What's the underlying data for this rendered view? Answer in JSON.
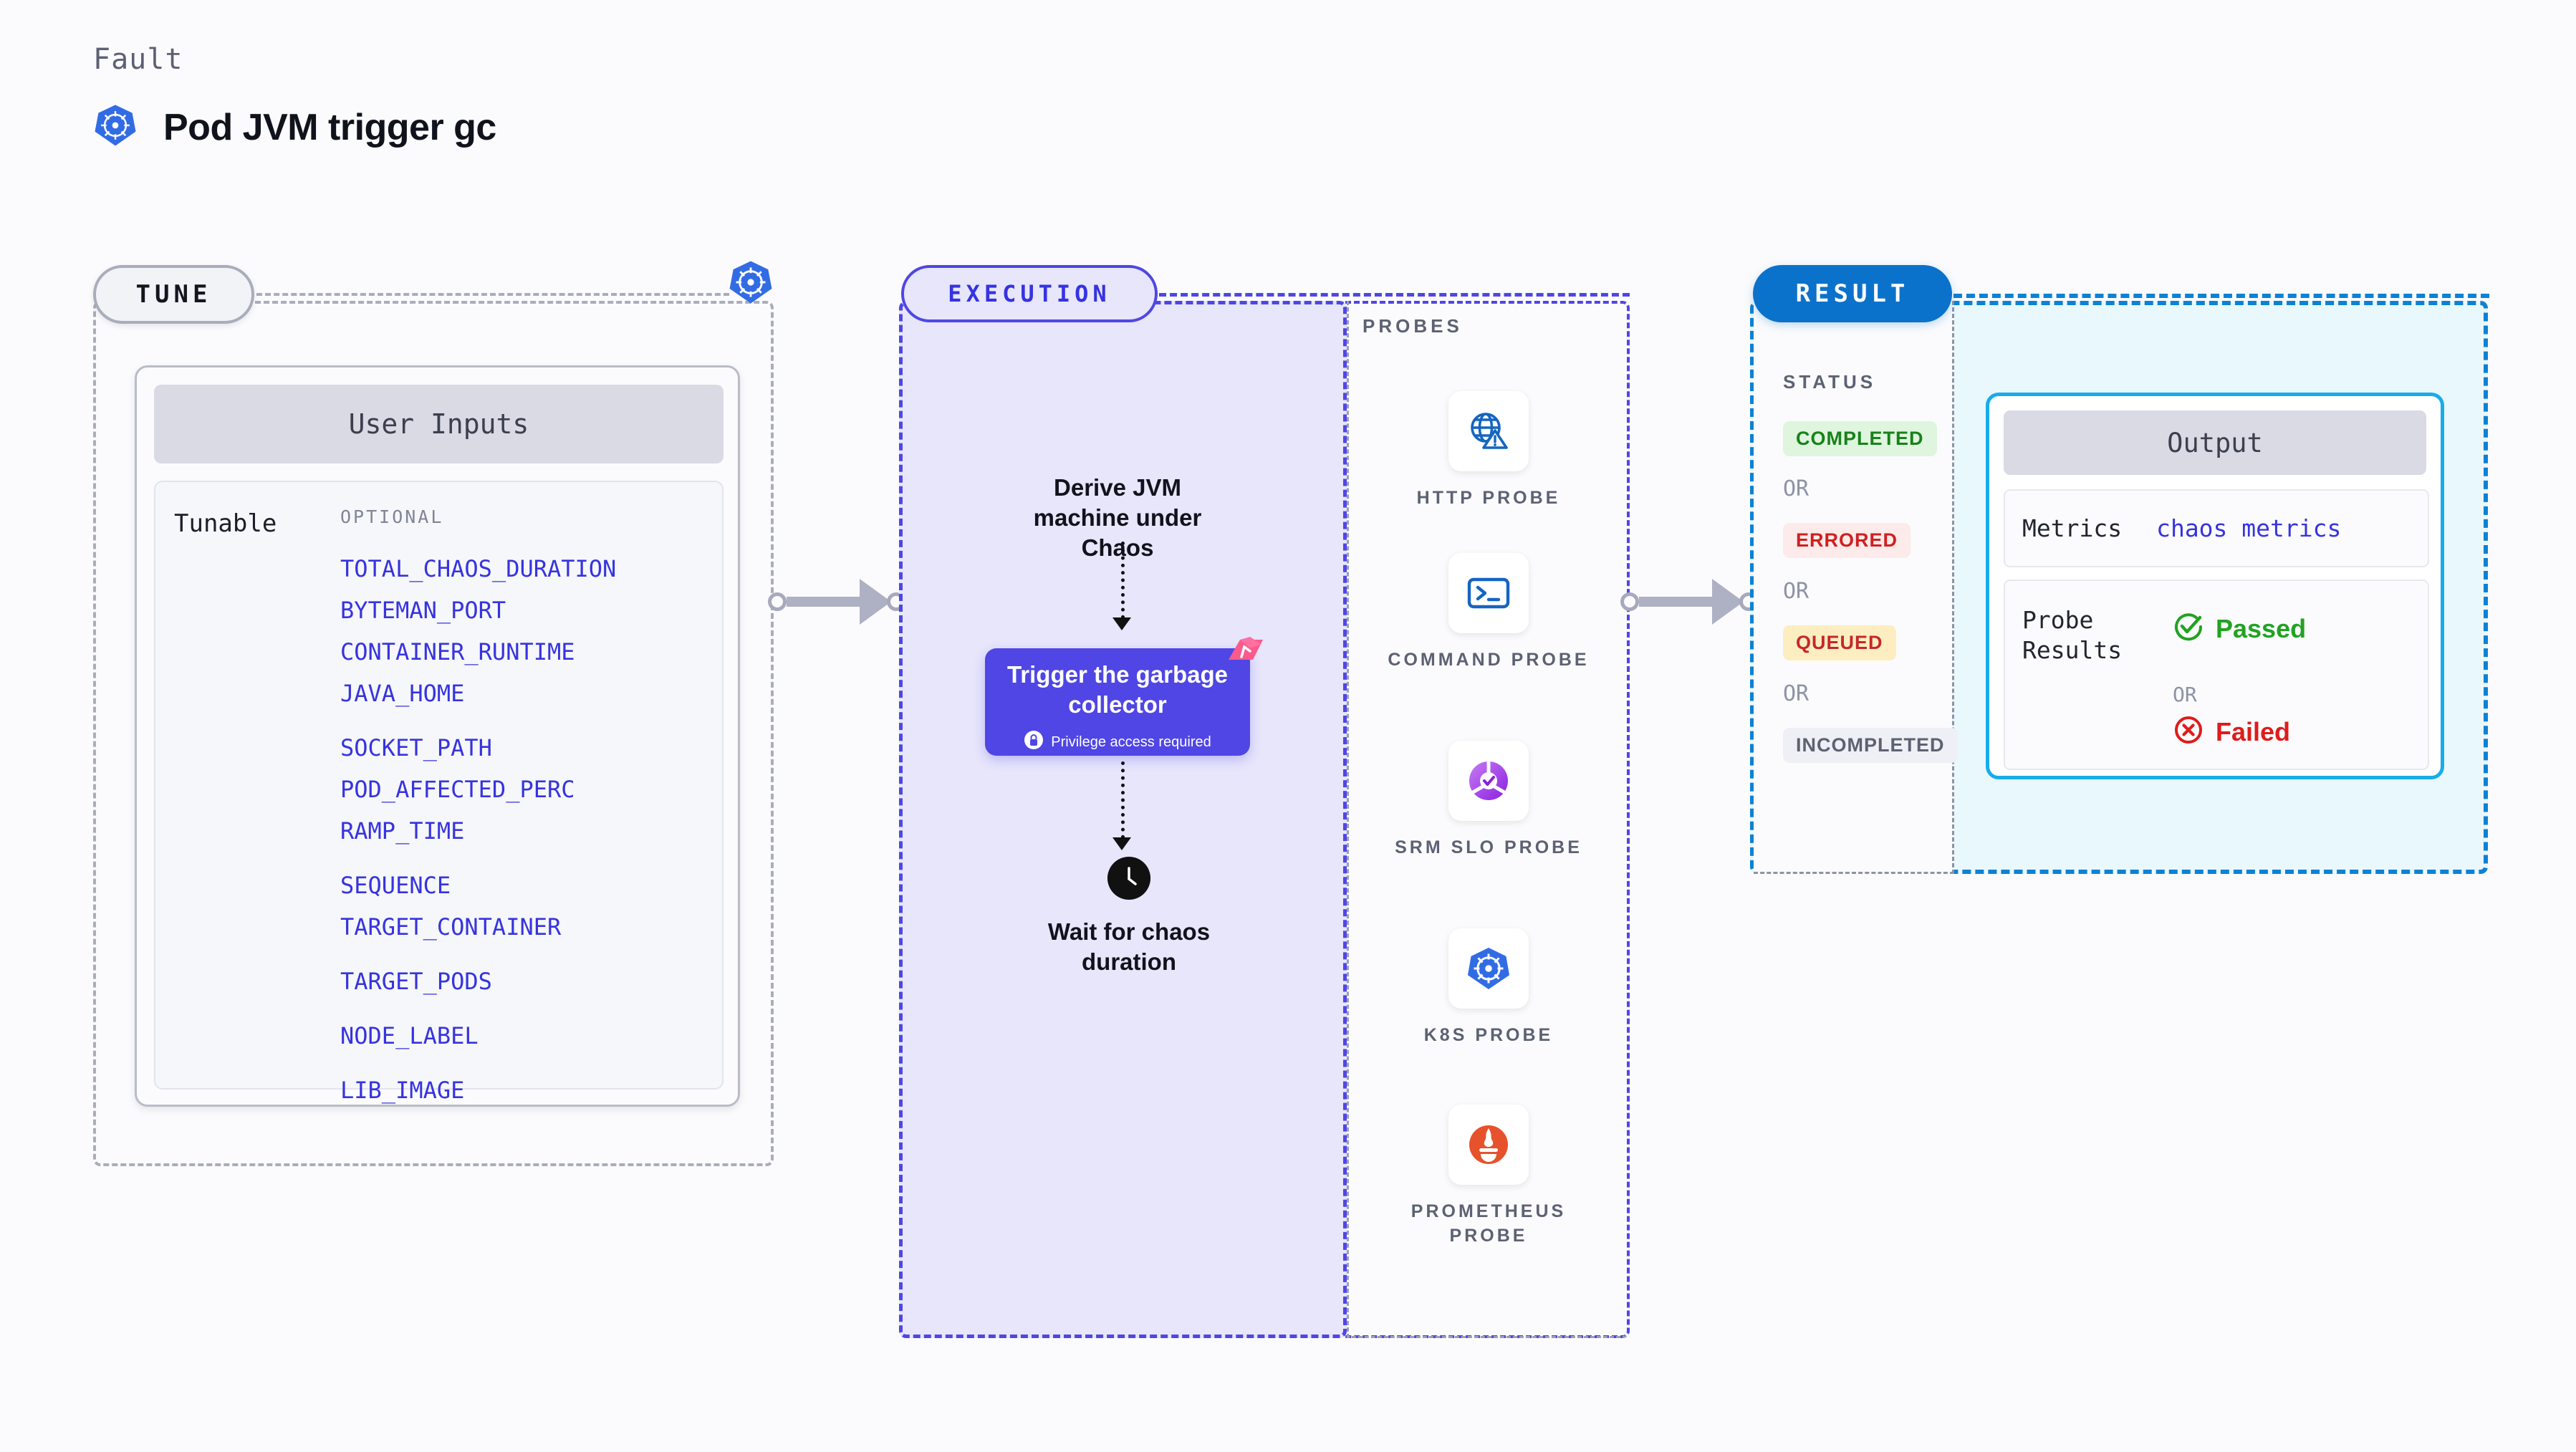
{
  "header": {
    "kicker": "Fault",
    "title": "Pod JVM trigger gc",
    "icon": "kubernetes-icon"
  },
  "tune": {
    "pill_label": "TUNE",
    "icon": "kubernetes-icon",
    "user_inputs_title": "User Inputs",
    "tunable_label": "Tunable",
    "optional_label": "OPTIONAL",
    "tunables": [
      "TOTAL_CHAOS_DURATION",
      "BYTEMAN_PORT",
      "CONTAINER_RUNTIME",
      "JAVA_HOME",
      "SOCKET_PATH",
      "POD_AFFECTED_PERC",
      "RAMP_TIME",
      "SEQUENCE",
      "TARGET_CONTAINER",
      "TARGET_PODS",
      "NODE_LABEL",
      "LIB_IMAGE"
    ]
  },
  "execution": {
    "pill_label": "EXECUTION",
    "step1": "Derive JVM machine under Chaos",
    "action": {
      "title": "Trigger the garbage collector",
      "privilege_note": "Privilege access required",
      "lock_icon": "lock-icon",
      "badge_icon": "litmus-badge-icon"
    },
    "step3": "Wait for chaos duration",
    "clock_icon": "clock-icon"
  },
  "probes": {
    "title": "PROBES",
    "items": [
      {
        "label": "HTTP PROBE",
        "icon": "globe-warning-icon"
      },
      {
        "label": "COMMAND PROBE",
        "icon": "terminal-icon"
      },
      {
        "label": "SRM SLO PROBE",
        "icon": "srm-slo-icon"
      },
      {
        "label": "K8S PROBE",
        "icon": "kubernetes-icon"
      },
      {
        "label": "PROMETHEUS PROBE",
        "icon": "prometheus-icon"
      }
    ]
  },
  "result": {
    "pill_label": "RESULT",
    "status_title": "STATUS",
    "or_label": "OR",
    "statuses": [
      {
        "label": "COMPLETED",
        "bg": "#dff5de",
        "fg": "#17821a"
      },
      {
        "label": "ERRORED",
        "bg": "#fdeaea",
        "fg": "#cf2020"
      },
      {
        "label": "QUEUED",
        "bg": "#fdeec2",
        "fg": "#c62828"
      },
      {
        "label": "INCOMPLETED",
        "bg": "#eff0f5",
        "fg": "#5c6273"
      }
    ],
    "output": {
      "title": "Output",
      "metrics_label": "Metrics",
      "metrics_value": "chaos metrics",
      "probe_results_label": "Probe Results",
      "passed_label": "Passed",
      "failed_label": "Failed",
      "or_label": "OR",
      "passed_icon": "check-circle-icon",
      "failed_icon": "x-circle-icon",
      "passed_color": "#21a321",
      "failed_color": "#e01b1b"
    }
  },
  "colors": {
    "tune_border": "#a9adbb",
    "execution_border": "#4f46e5",
    "execution_fill": "#e7e6fb",
    "result_border": "#0b82d4",
    "result_fill": "#e9f8fd",
    "tunable_text": "#3633e0",
    "connector": "#aeb1c3"
  }
}
